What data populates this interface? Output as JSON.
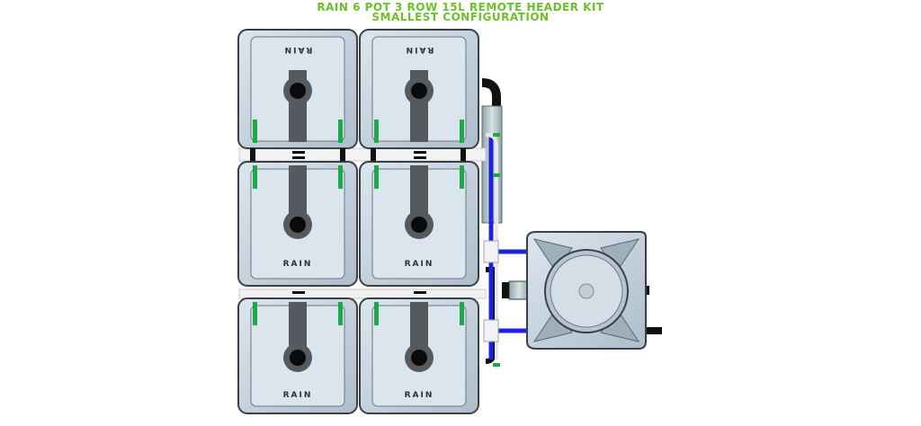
{
  "title": {
    "line1": "RAIN 6 POT 3 ROW 15L REMOTE HEADER KIT",
    "line2": "SMALLEST CONFIGURATION"
  },
  "pot_label": "RAIN",
  "pots": [
    {
      "row": 1,
      "col": 1,
      "orientation": "flipped"
    },
    {
      "row": 1,
      "col": 2,
      "orientation": "flipped"
    },
    {
      "row": 2,
      "col": 1,
      "orientation": "upright"
    },
    {
      "row": 2,
      "col": 2,
      "orientation": "upright"
    },
    {
      "row": 3,
      "col": 1,
      "orientation": "upright"
    },
    {
      "row": 3,
      "col": 2,
      "orientation": "upright"
    }
  ],
  "colors": {
    "title": "#6cc12a",
    "pot_body": "#c7d4df",
    "pot_edge": "#3a4046",
    "pot_inner": "#dbe5ee",
    "dark_fitting": "#555a5f",
    "pipe_blue": "#2020e0",
    "pipe_white": "#f2f2f2",
    "fitting_green": "#1fa84a",
    "header_black": "#111111"
  }
}
